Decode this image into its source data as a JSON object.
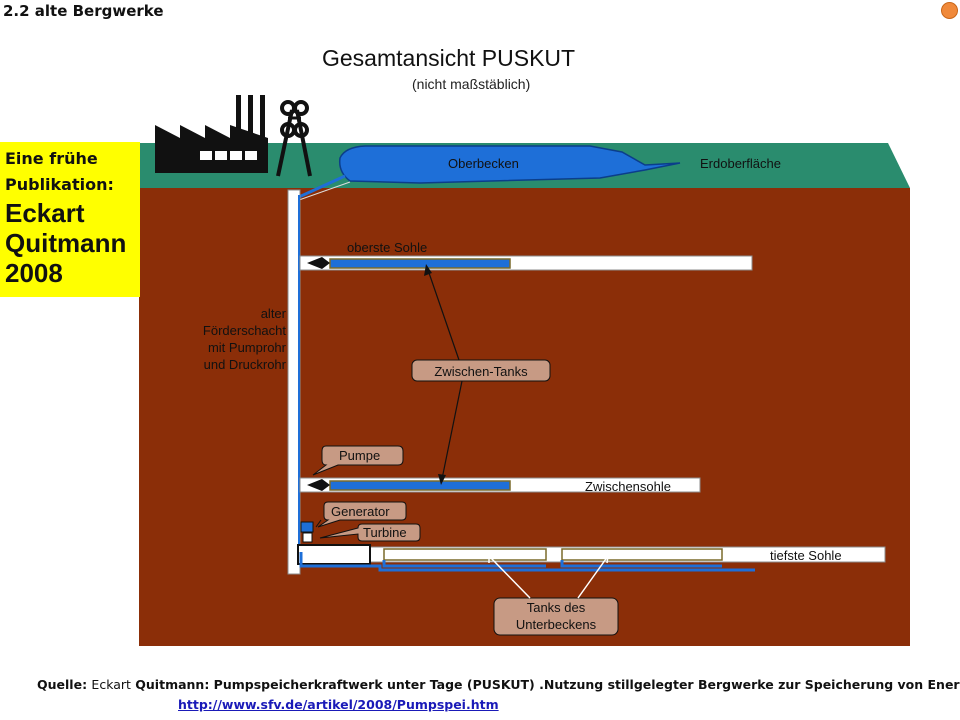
{
  "section_title": "2.2 alte Bergwerke",
  "diagram": {
    "title": "Gesamtansicht PUSKUT",
    "subtitle": "(nicht maßstäblich)",
    "labels": {
      "oberbecken": "Oberbecken",
      "erdoberflaeche": "Erdoberfläche",
      "oberste_sohle": "oberste Sohle",
      "schacht": [
        "alter",
        "Förderschacht",
        "mit Pumprohr",
        "und Druckrohr"
      ],
      "zwischen_tanks": "Zwischen-Tanks",
      "pumpe": "Pumpe",
      "zwischensohle": "Zwischensohle",
      "generator": "Generator",
      "turbine": "Turbine",
      "tiefste_sohle": "tiefste Sohle",
      "tanks_unterbecken": [
        "Tanks des",
        "Unterbeckens"
      ]
    },
    "colors": {
      "earth": "#8b2e08",
      "grass": "#2a8c6e",
      "water": "#1e6fd8",
      "gallery": "#ffffff",
      "callout_fill": "#c79a84"
    }
  },
  "publication": {
    "line1": "Eine frühe",
    "line2": "Publikation:",
    "author_first": "Eckart",
    "author_last": "Quitmann",
    "year": "2008"
  },
  "source": {
    "label": "Quelle",
    "author_first": "Eckart",
    "text": "Quitmann: Pumpspeicherkraftwerk unter Tage (PUSKUT) .Nutzung stillgelegter Bergwerke zur Speicherung von Energie",
    "url": "http://www.sfv.de/artikel/2008/Pumpspei.htm"
  }
}
